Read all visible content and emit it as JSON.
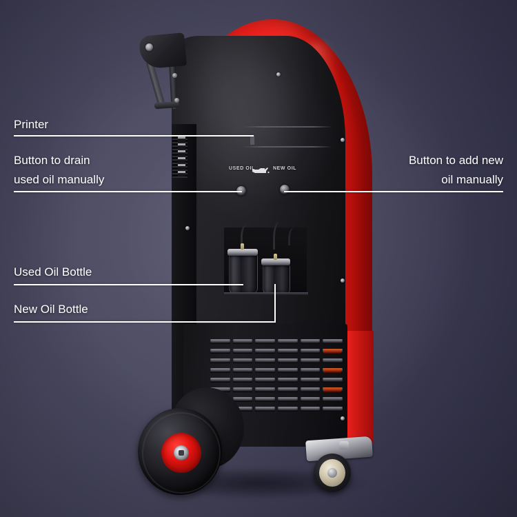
{
  "scene": {
    "title": "Automotive AC service machine - side view with callout labels",
    "background_color": "#44435a",
    "accent_color": "#ee211c",
    "body_color": "#17171b",
    "leader_color": "#ffffff"
  },
  "annotations": [
    {
      "id": "printer",
      "label": "Printer",
      "align": "left"
    },
    {
      "id": "drain-used-oil",
      "label_line1": "Button to drain",
      "label_line2": "used oil manually",
      "align": "left"
    },
    {
      "id": "add-new-oil",
      "label_line1": "Button to add new",
      "label_line2": "oil manually",
      "align": "right"
    },
    {
      "id": "used-oil-bottle",
      "label": "Used Oil Bottle",
      "align": "left"
    },
    {
      "id": "new-oil-bottle",
      "label": "New Oil Bottle",
      "align": "left"
    }
  ],
  "machine": {
    "controls": {
      "used_oil_label": "USED OIL",
      "new_oil_label": "NEW OIL",
      "oil_can_icon": "oil-can-icon",
      "buttons": [
        {
          "name": "drain-used-oil-button"
        },
        {
          "name": "add-new-oil-button"
        }
      ]
    },
    "bottles": [
      {
        "name": "used-oil-bottle",
        "position": "left"
      },
      {
        "name": "new-oil-bottle",
        "position": "right"
      }
    ],
    "parts": {
      "printer_slot": "printer-slot",
      "handle": "tow-handle",
      "main_wheel": "rear-wheel",
      "caster_wheel": "front-caster-wheel",
      "vent_grille": "lower-vent-grille",
      "side_vent": "side-vent"
    }
  }
}
